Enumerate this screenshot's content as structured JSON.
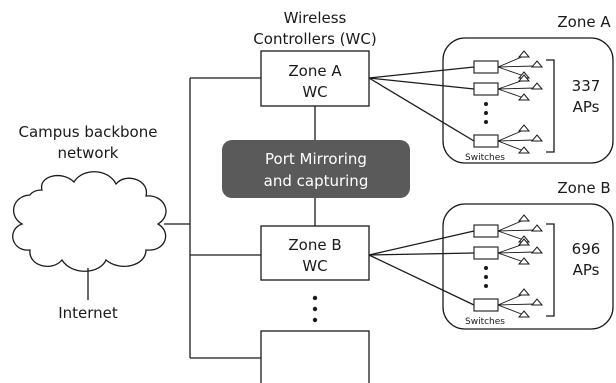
{
  "title_wc": [
    "Wireless",
    "Controllers (WC)"
  ],
  "backbone_label": [
    "Campus backbone",
    "network"
  ],
  "internet_label": "Internet",
  "mirror_label": [
    "Port Mirroring",
    "and capturing"
  ],
  "controllers": [
    {
      "lines": [
        "Zone A",
        "WC"
      ]
    },
    {
      "lines": [
        "Zone B",
        "WC"
      ]
    }
  ],
  "zones": [
    {
      "name": "Zone A",
      "ap_count": "337",
      "ap_unit": "APs",
      "switches_label": "Switches"
    },
    {
      "name": "Zone B",
      "ap_count": "696",
      "ap_unit": "APs",
      "switches_label": "Switches"
    }
  ]
}
